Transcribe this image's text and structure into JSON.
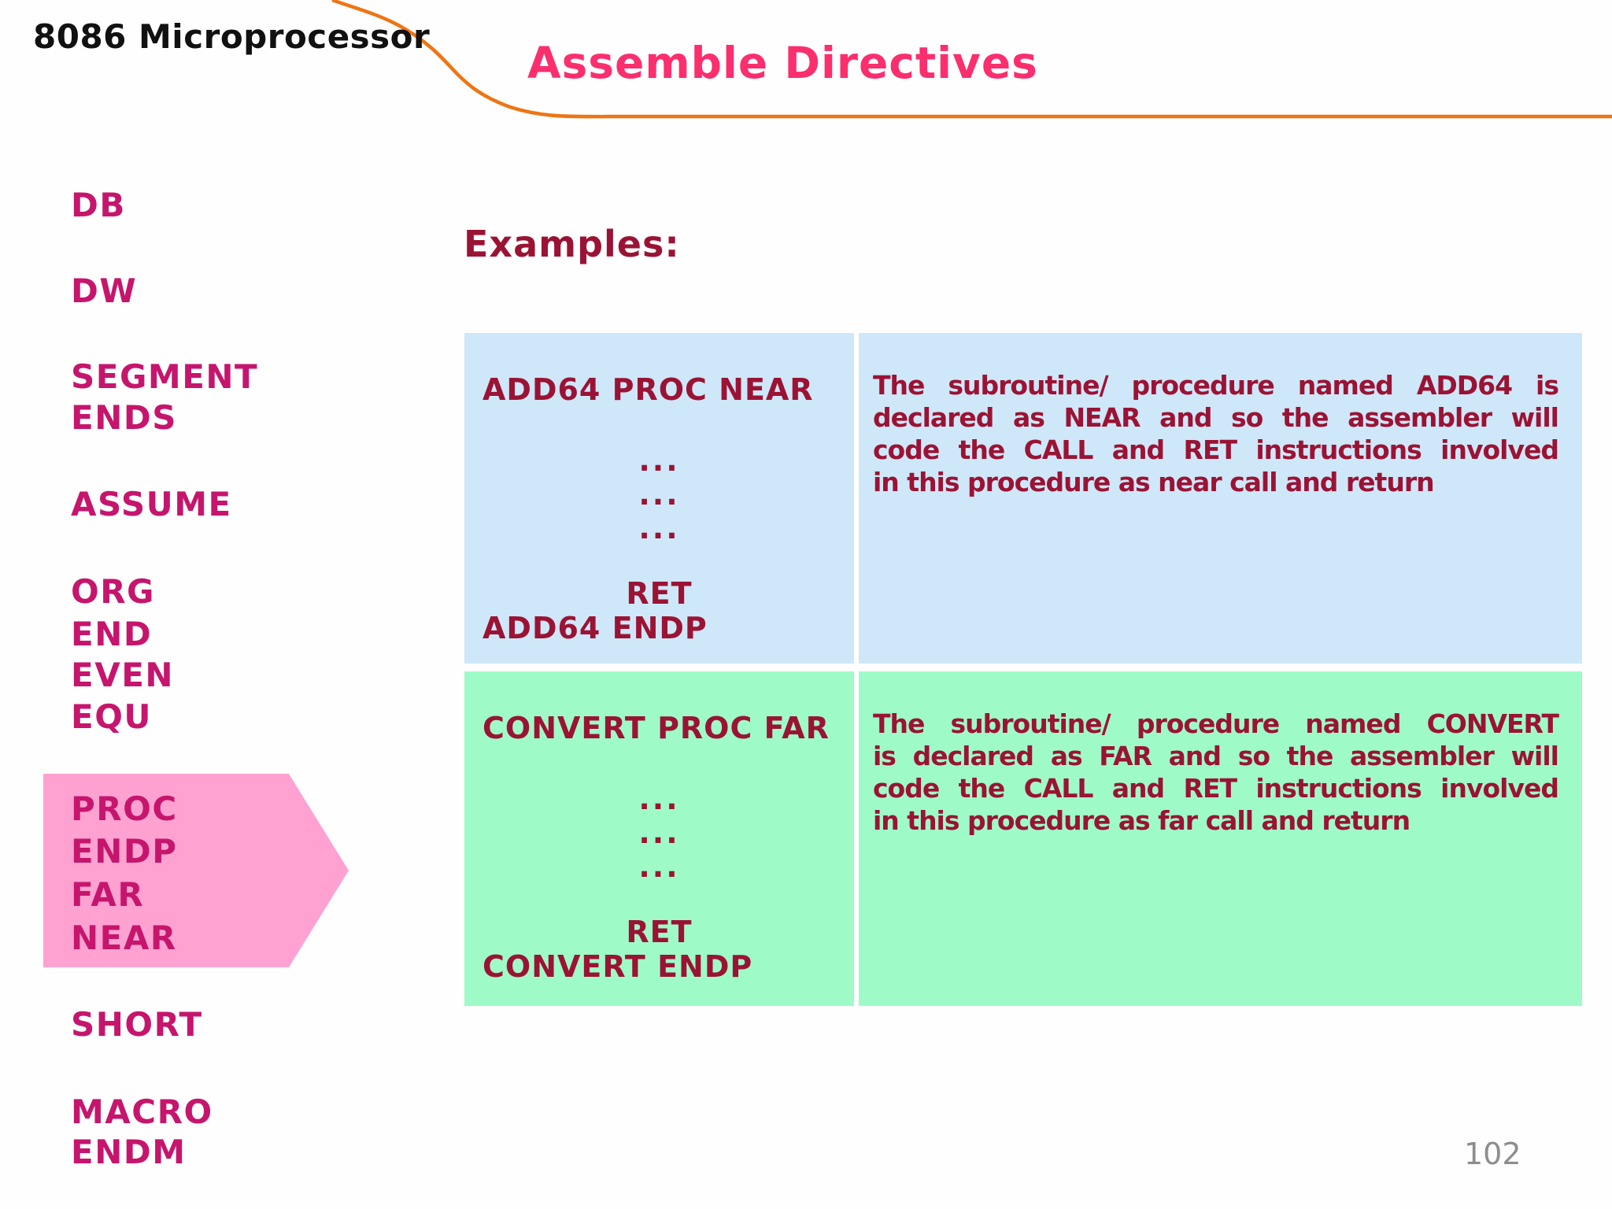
{
  "slide": {
    "course_title": "8086 Microprocessor",
    "page_title": "Assemble Directives",
    "page_number": "102"
  },
  "sidebar": {
    "items": [
      "DB",
      "DW",
      "SEGMENT",
      "ENDS",
      "ASSUME",
      "ORG",
      "END",
      "EVEN",
      "EQU",
      "PROC",
      "ENDP",
      "FAR",
      "NEAR",
      "SHORT",
      "MACRO",
      "ENDM"
    ],
    "highlighted_items": [
      "PROC",
      "ENDP",
      "FAR",
      "NEAR"
    ]
  },
  "examples": {
    "heading": "Examples:",
    "blocks": [
      {
        "code": {
          "header": "ADD64 PROC NEAR",
          "dots": [
            "...",
            "...",
            "..."
          ],
          "ret_line": "RET",
          "footer": "ADD64 ENDP"
        },
        "description_lines": [
          "The subroutine/ procedure named ADD64 is",
          "declared as NEAR and so the assembler will",
          "code the CALL and RET instructions involved",
          "in this procedure as near call and return"
        ]
      },
      {
        "code": {
          "header": "CONVERT PROC FAR",
          "dots": [
            "...",
            "...",
            "..."
          ],
          "ret_line": "RET",
          "footer": "CONVERT ENDP"
        },
        "description_lines": [
          "The subroutine/ procedure named CONVERT",
          "is declared as FAR and so the assembler will",
          "code the CALL and RET instructions involved",
          "in this procedure as far call and return"
        ]
      }
    ]
  },
  "colors": {
    "title_pink": "#FB2E6E",
    "sidebar_crimson": "#C6156D",
    "body_maroon": "#9B1334",
    "arrow_pink": "#FFA2D2",
    "near_box_blue": "#CEE7F9",
    "far_box_green": "#9EFBC8",
    "swoosh_orange": "#EE7514",
    "header_black": "#111111",
    "page_number_gray": "#8D8D8D"
  }
}
